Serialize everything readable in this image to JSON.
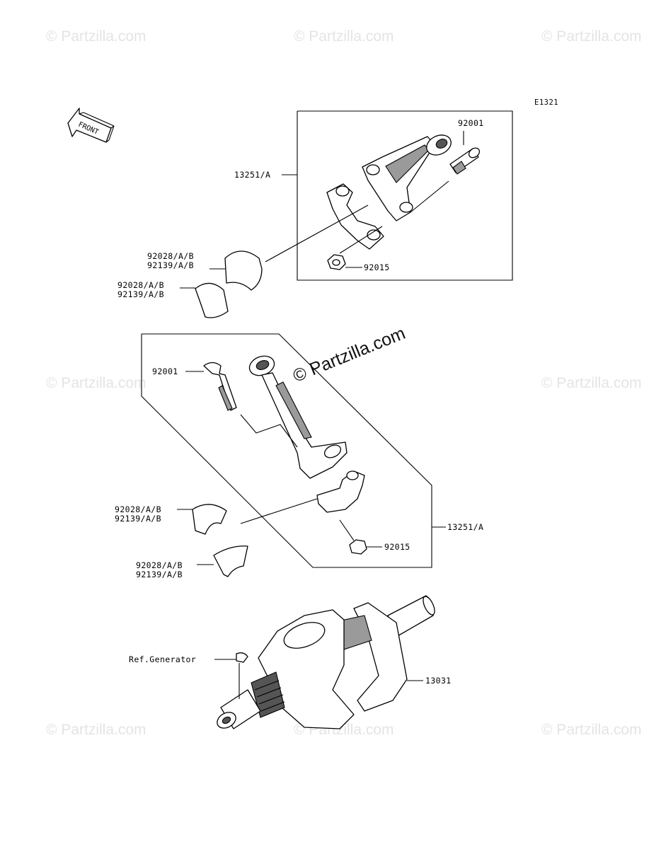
{
  "diagram_code": "E1321",
  "front_arrow_label": "FRONT",
  "watermark_text": "© Partzilla.com",
  "center_watermark": "© Partzilla.com",
  "labels": {
    "top_conrod_assy": "13251/A",
    "top_bolt": "92001",
    "top_nut": "92015",
    "top_bearing_1_line1": "92028/A/B",
    "top_bearing_1_line2": "92139/A/B",
    "top_bearing_2_line1": "92028/A/B",
    "top_bearing_2_line2": "92139/A/B",
    "mid_bolt": "92001",
    "mid_bearing_1_line1": "92028/A/B",
    "mid_bearing_1_line2": "92139/A/B",
    "mid_bearing_2_line1": "92028/A/B",
    "mid_bearing_2_line2": "92139/A/B",
    "mid_conrod_assy": "13251/A",
    "mid_nut": "92015",
    "crank_key_ref": "Ref.Generator",
    "crankshaft": "13031"
  }
}
